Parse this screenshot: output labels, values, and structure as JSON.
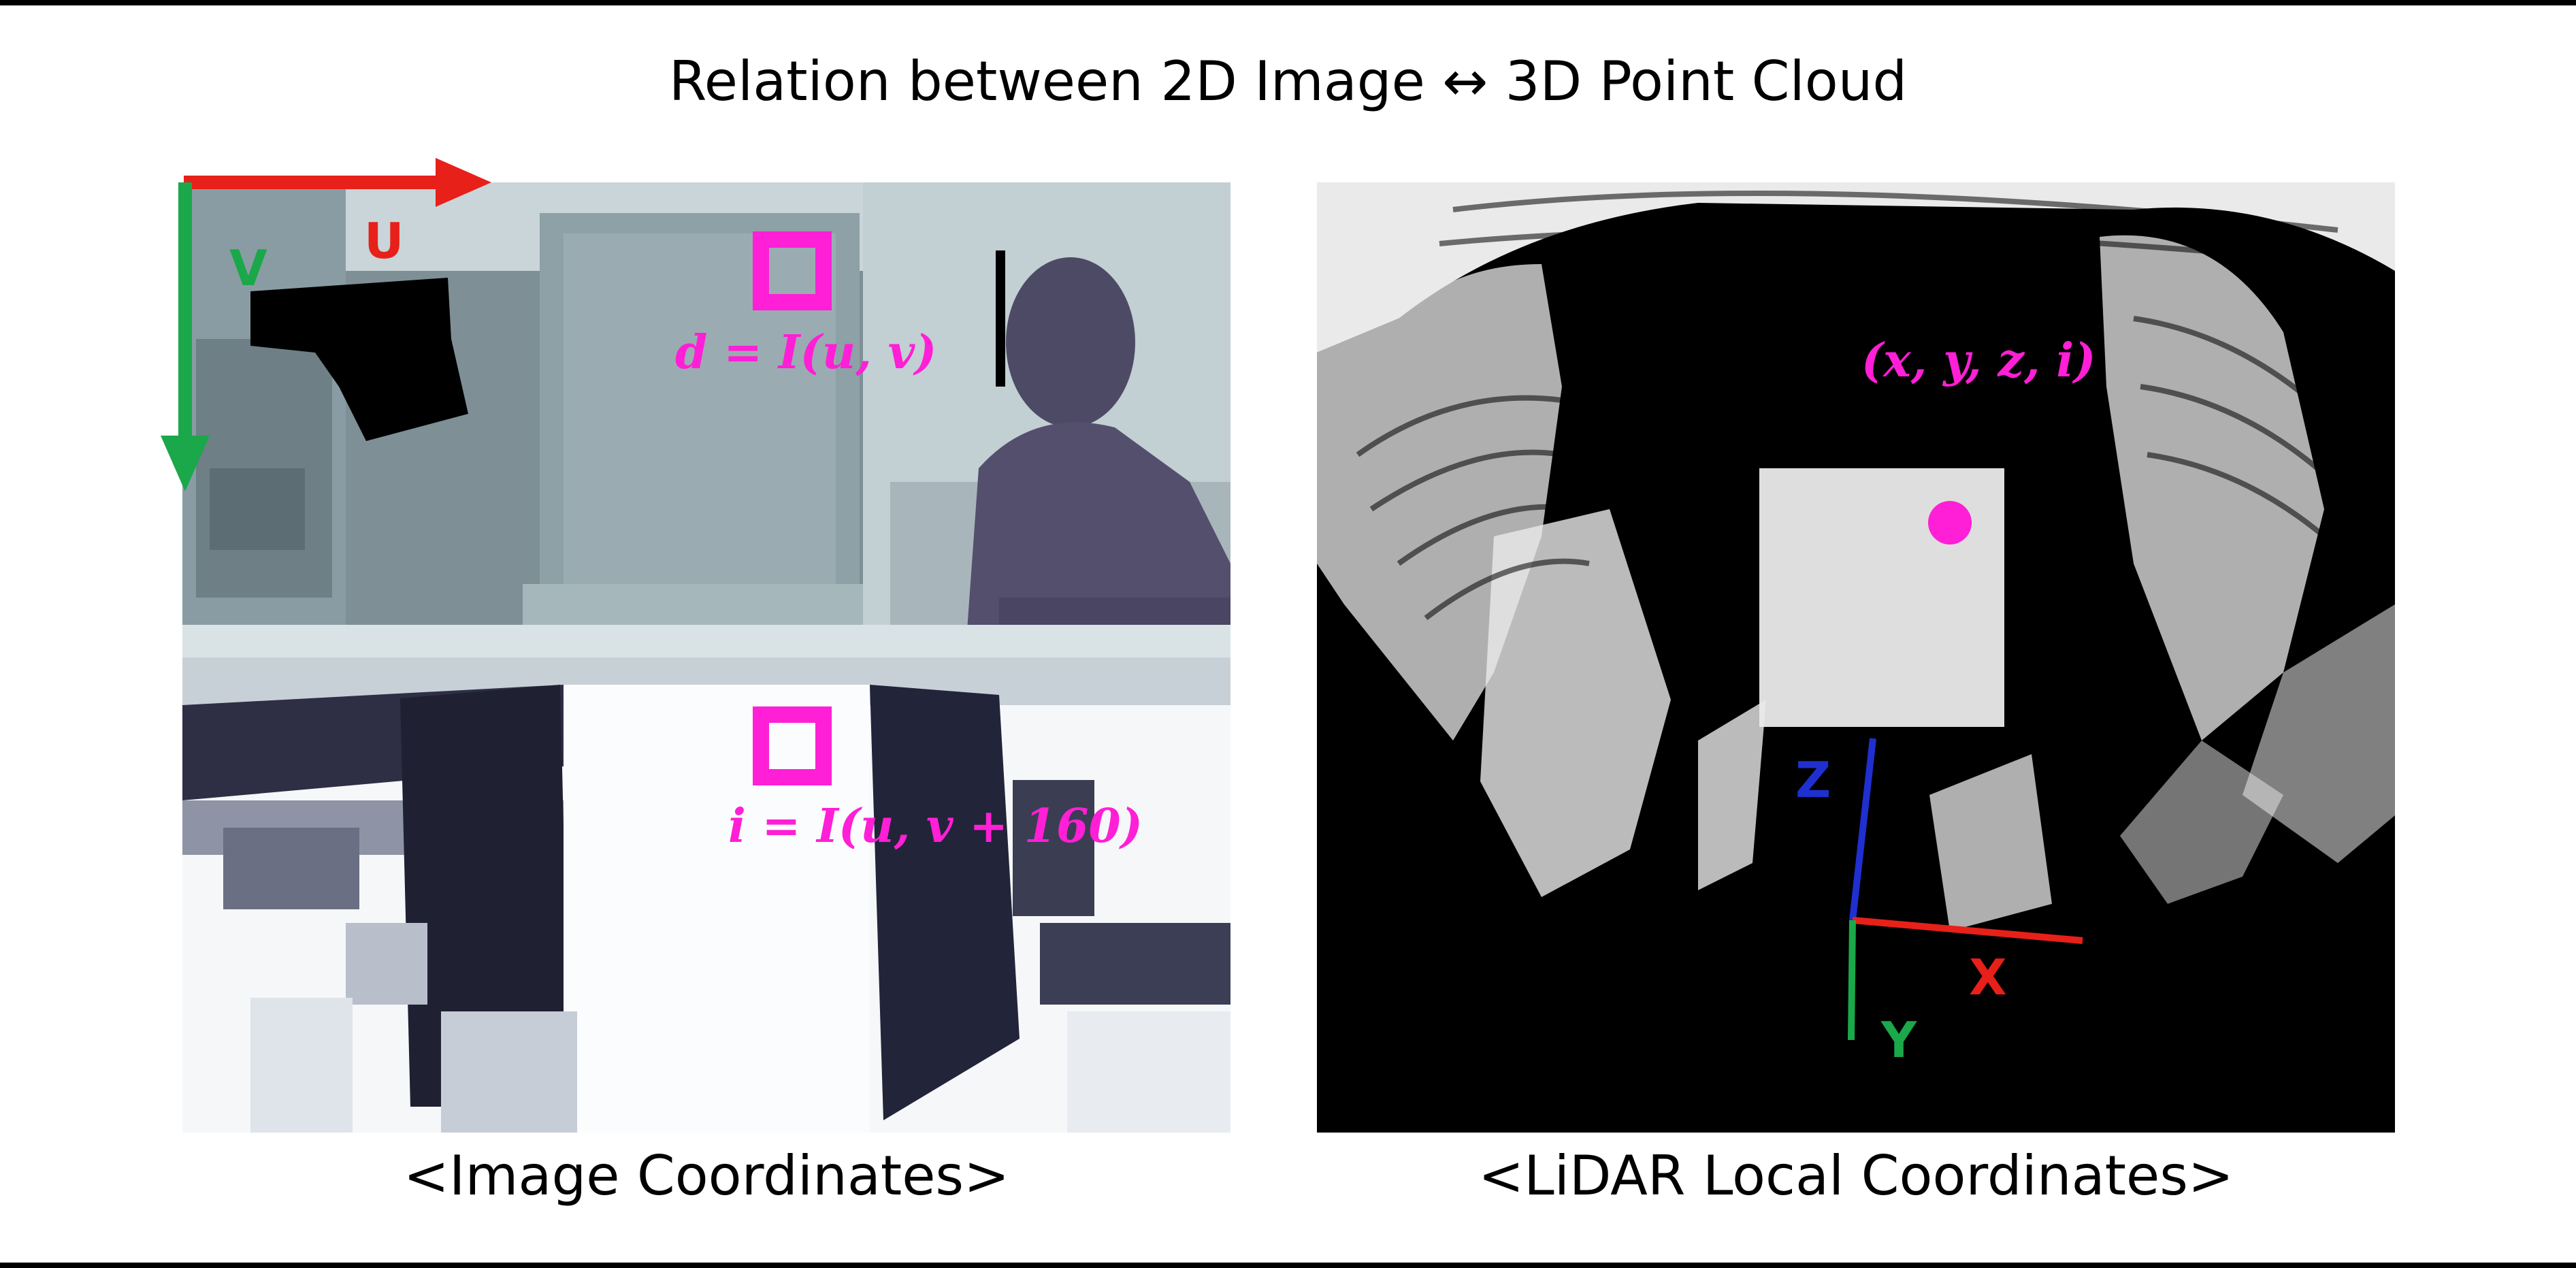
{
  "title": "Relation between 2D Image ↔ 3D Point Cloud",
  "left_panel": {
    "caption": "<Image Coordinates>",
    "axis_u_label": "U",
    "axis_v_label": "V",
    "depth_formula": "d = I(u, v)",
    "intensity_formula": "i = I(u, v + 160)"
  },
  "right_panel": {
    "caption": "<LiDAR Local Coordinates>",
    "point_label": "(x, y, z, i)",
    "axis_x_label": "X",
    "axis_y_label": "Y",
    "axis_z_label": "Z"
  },
  "colors": {
    "accent_magenta": "#ff1fd6",
    "axis_red": "#e8201a",
    "axis_green": "#1aa84a",
    "axis_blue": "#1f2fd0"
  }
}
